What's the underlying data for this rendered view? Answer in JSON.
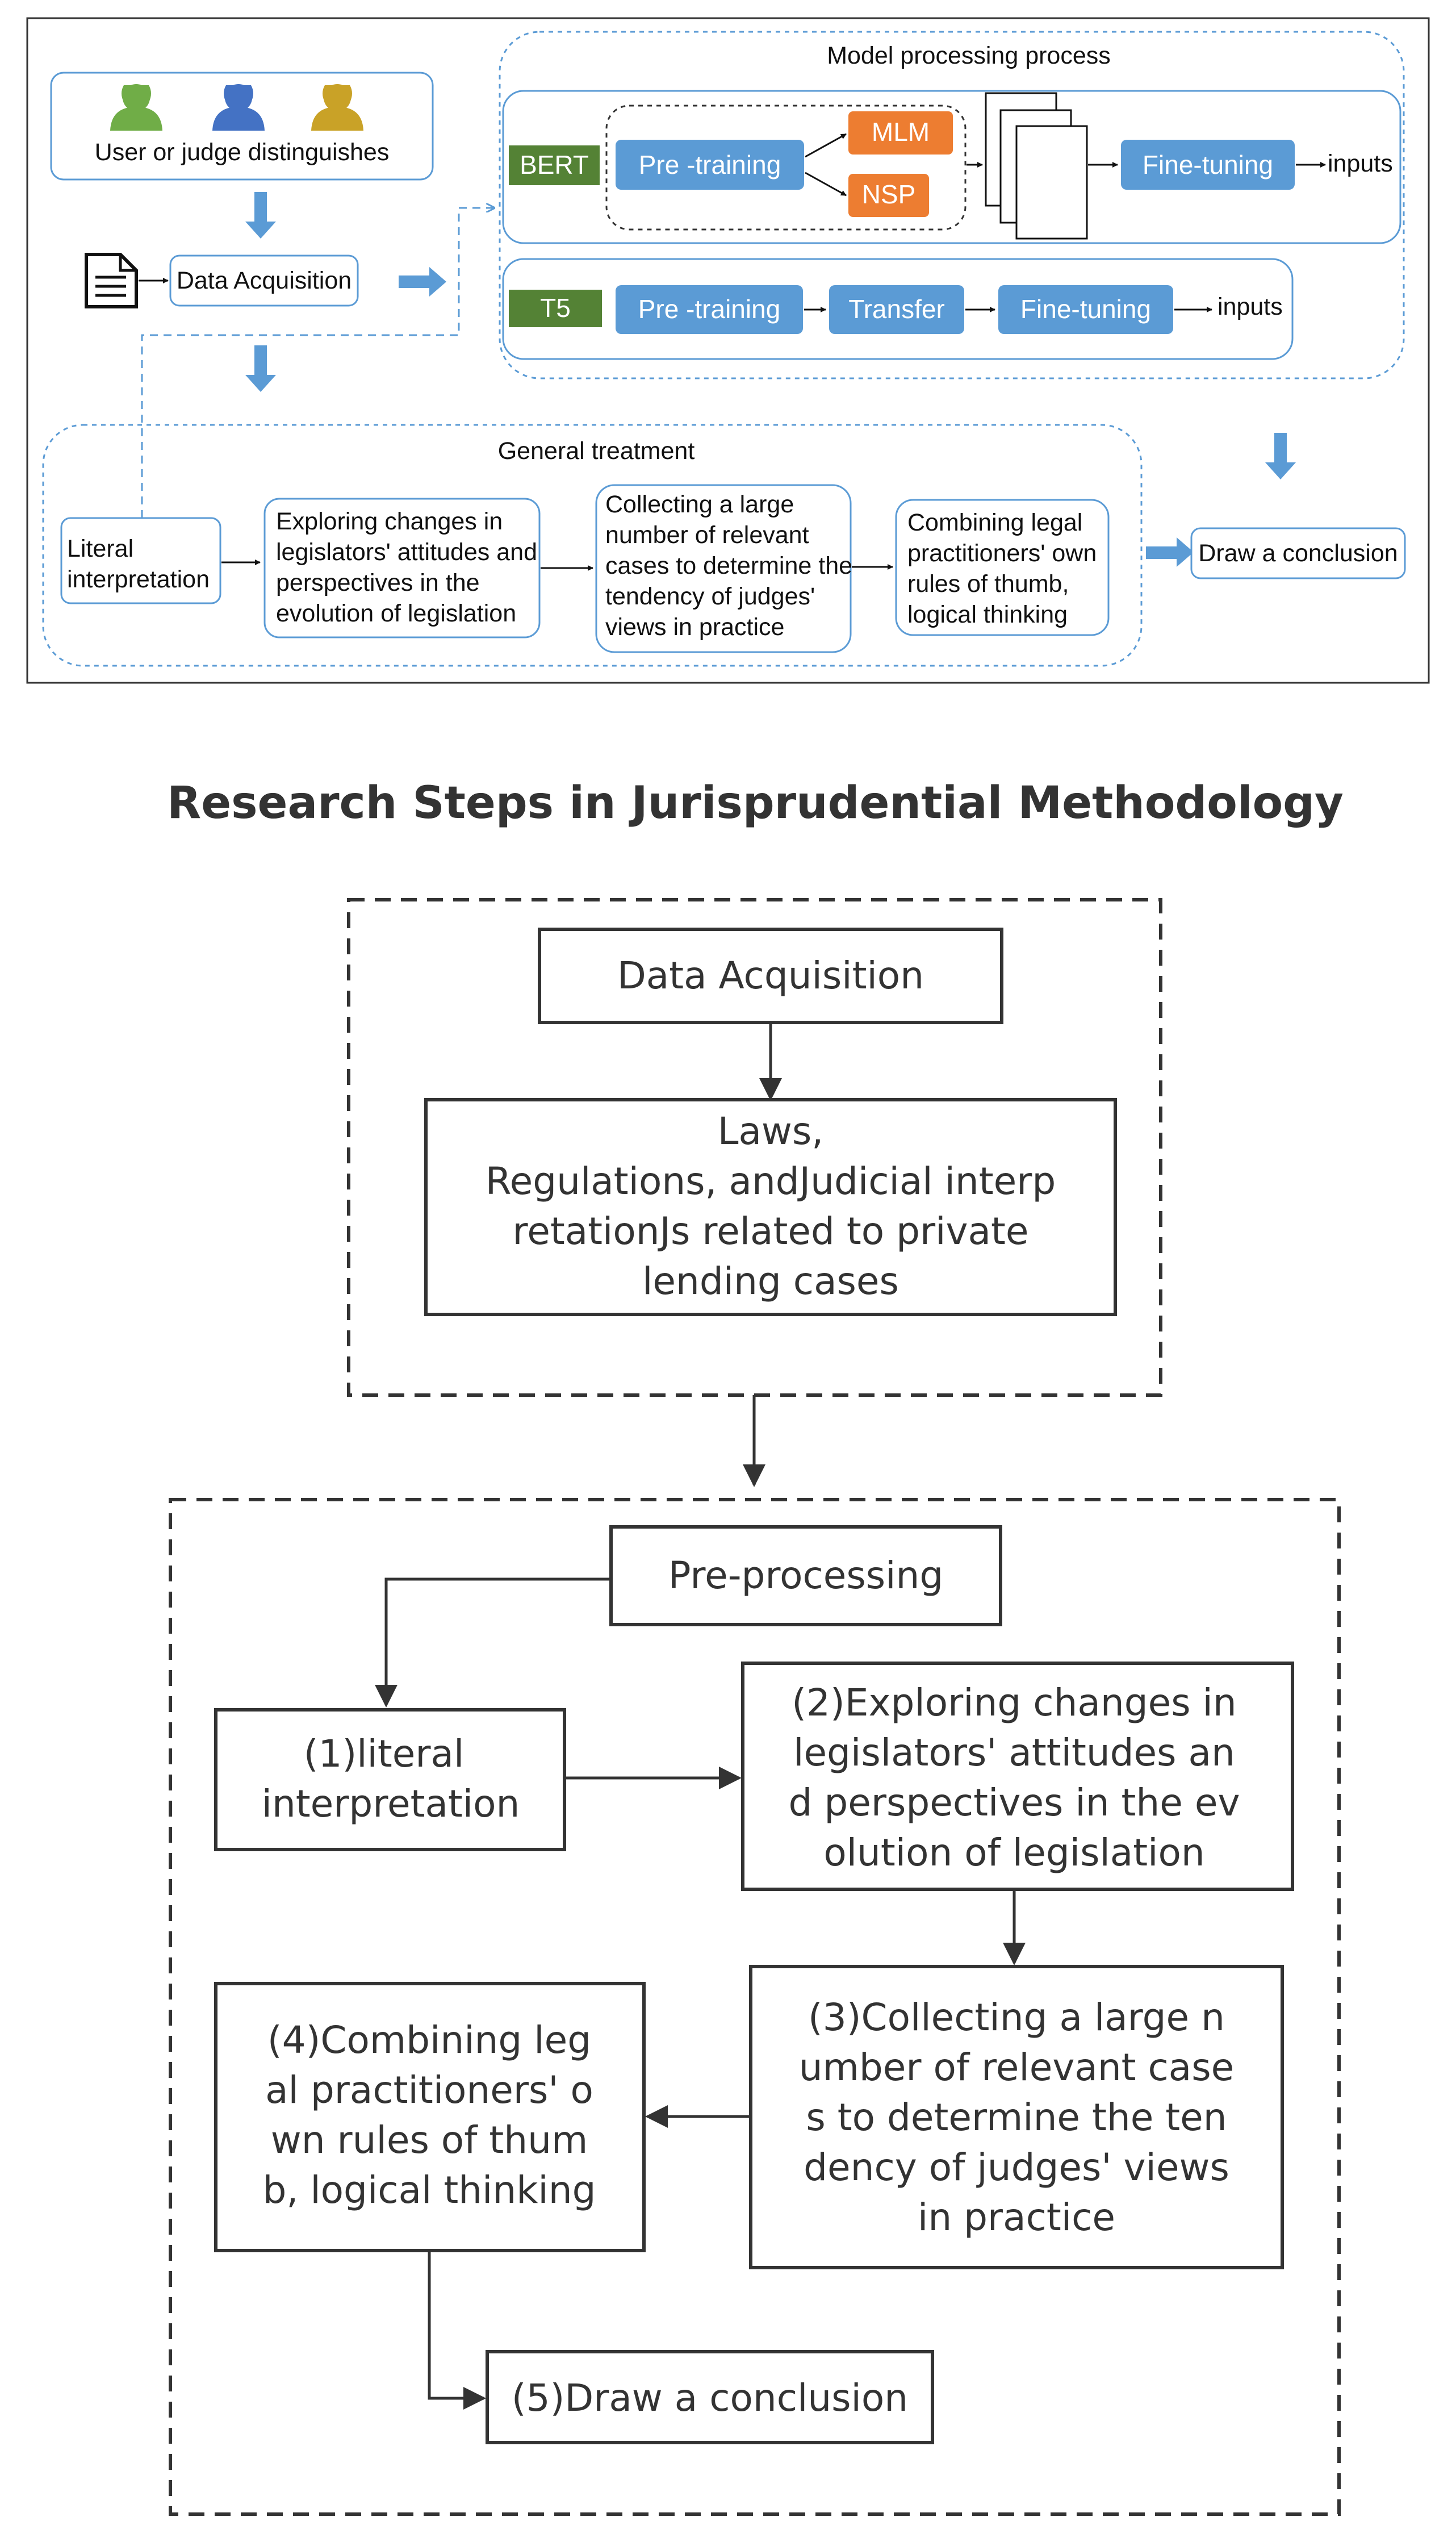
{
  "top": {
    "user_label": "User or judge distinguishes",
    "data_acquisition": "Data Acquisition",
    "model_process_title": "Model processing process",
    "bert": {
      "tag": "BERT",
      "pretraining": "Pre -training",
      "mlm": "MLM",
      "nsp": "NSP",
      "finetuning": "Fine-tuning",
      "inputs": "inputs"
    },
    "t5": {
      "tag": "T5",
      "pretraining": "Pre -training",
      "transfer": "Transfer",
      "finetuning": "Fine-tuning",
      "inputs": "inputs"
    },
    "general_title": "General treatment",
    "general_steps": [
      [
        "Literal",
        "interpretation"
      ],
      [
        "Exploring changes in",
        "legislators' attitudes  and",
        "perspectives in the",
        "evolution of legislation"
      ],
      [
        "Collecting a large",
        "number of relevant",
        "cases to determine the",
        "tendency of judges'",
        "views in practice"
      ],
      [
        "Combining legal",
        "practitioners' own",
        "rules of thumb,",
        "logical thinking"
      ]
    ],
    "conclusion": "Draw a conclusion"
  },
  "bottom": {
    "title": "Research Steps in Jurisprudential Methodology",
    "data_acquisition": "Data Acquisition",
    "laws_lines": [
      "Laws,",
      "Regulations, andJudicial interp",
      "retationJs related to private",
      "lending cases"
    ],
    "preprocessing": "Pre-processing",
    "step1_lines": [
      "(1)literal",
      "interpretation"
    ],
    "step2_lines": [
      "(2)Exploring changes in",
      "legislators' attitudes an",
      "d perspectives in the ev",
      "olution of legislation"
    ],
    "step3_lines": [
      "(3)Collecting a large n",
      "umber of relevant case",
      "s to determine the ten",
      "dency of judges' views",
      "in practice"
    ],
    "step4_lines": [
      "(4)Combining leg",
      "al practitioners' o",
      "wn rules of thum",
      "b, logical thinking"
    ],
    "step5": "(5)Draw a conclusion"
  },
  "colors": {
    "blue_box": "#5b9bd5",
    "green_tag": "#548235",
    "orange_box": "#ed7d31",
    "dashed_border": "#5b9bd5",
    "dark": "#333333"
  }
}
